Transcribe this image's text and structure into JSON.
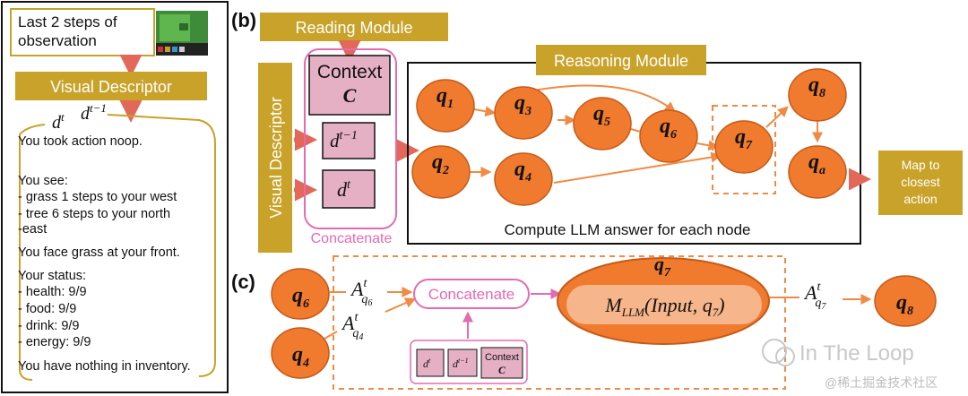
{
  "panel_a": {
    "observation_label": [
      "Last 2 steps of",
      "observation"
    ],
    "visual_descriptor_label": "Visual Descriptor",
    "d_t": "d",
    "d_t_sup": "t",
    "d_tm1": "d",
    "d_tm1_sup": "t−1",
    "text_lines": [
      "You took action noop.",
      "",
      "You see:",
      "- grass 1 steps to your west",
      "- tree 6 steps to your north",
      "-east",
      "You face grass at your front.",
      "Your status:",
      "- health: 9/9",
      "- food: 9/9",
      "- drink: 9/9",
      "- energy: 9/9",
      "You have nothing in inventory."
    ]
  },
  "panel_b": {
    "label": "(b)",
    "reading_module": "Reading Module",
    "visual_descriptor_vertical": "Visual Descriptor",
    "context_title": "Context",
    "context_var": "C",
    "d_tm1": "d",
    "d_tm1_sup": "t−1",
    "d_t": "d",
    "d_t_sup": "t",
    "concatenate": "Concatenate",
    "reasoning_module": "Reasoning Module",
    "compute_caption": "Compute LLM answer for each node",
    "map_box": [
      "Map to",
      "closest",
      "action"
    ],
    "nodes": [
      {
        "id": "q1",
        "main": "q",
        "sub": "1"
      },
      {
        "id": "q2",
        "main": "q",
        "sub": "2"
      },
      {
        "id": "q3",
        "main": "q",
        "sub": "3"
      },
      {
        "id": "q4",
        "main": "q",
        "sub": "4"
      },
      {
        "id": "q5",
        "main": "q",
        "sub": "5"
      },
      {
        "id": "q6",
        "main": "q",
        "sub": "6"
      },
      {
        "id": "q7",
        "main": "q",
        "sub": "7"
      },
      {
        "id": "q8",
        "main": "q",
        "sub": "8"
      },
      {
        "id": "qa",
        "main": "q",
        "sub": "a"
      }
    ]
  },
  "panel_c": {
    "label": "(c)",
    "q6": {
      "main": "q",
      "sub": "6"
    },
    "q4": {
      "main": "q",
      "sub": "4"
    },
    "q8": {
      "main": "q",
      "sub": "8"
    },
    "a_q6": {
      "main": "A",
      "sup": "t",
      "sub": "q",
      "subsub": "6"
    },
    "a_q4": {
      "main": "A",
      "sup": "t",
      "sub": "q",
      "subsub": "4"
    },
    "a_q7": {
      "main": "A",
      "sup": "t",
      "sub": "q",
      "subsub": "7"
    },
    "concatenate": "Concatenate",
    "q7": {
      "main": "q",
      "sub": "7"
    },
    "mllm": "M",
    "mllm_sub": "LLM",
    "mllm_args": "(Input, q",
    "mllm_args_sub": "7",
    "mllm_close": ")",
    "mini_dt": "d",
    "mini_dt_sup": "t",
    "mini_dtm1": "d",
    "mini_dtm1_sup": "t−1",
    "mini_context": "Context",
    "mini_context_var": "C"
  },
  "watermark": {
    "line1": "In The Loop",
    "line2": "@稀土掘金技术社区"
  },
  "colors": {
    "gold": "#c9a22a",
    "node_orange": "#f07a2e",
    "node_stroke": "#c65a18",
    "pink_box": "#e6b0c4",
    "pink_line": "#e56ab0",
    "arrow_red": "#e2685a",
    "arrow_orange": "#f08a44"
  }
}
